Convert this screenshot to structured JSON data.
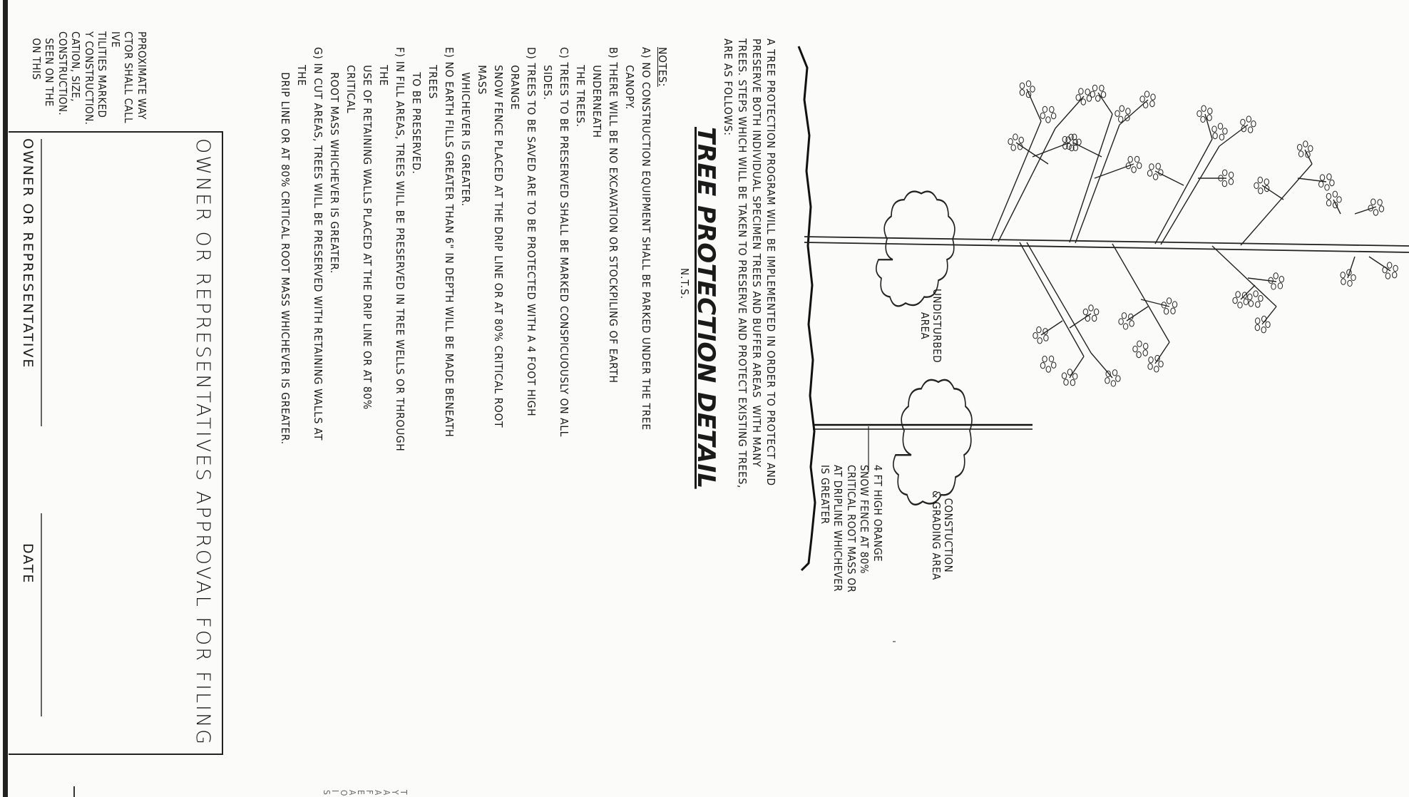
{
  "detail": {
    "title": "TREE PROTECTION DETAIL",
    "scale": "N.T.S.",
    "undisturbed": [
      "UNDISTURBED",
      "AREA"
    ],
    "construction": [
      "CONSTUCTION",
      "& GRADING AREA"
    ],
    "fence_callout": [
      "4 FT HIGH ORANGE",
      "SNOW FENCE AT 80%",
      "CRITICAL ROOT MASS OR",
      "AT DRIPLINE WHICHEVER",
      "IS GREATER"
    ],
    "intro": [
      "A TREE PROTECTION PROGRAM WILL BE IMPLEMENTED IN ORDER TO PROTECT AND",
      "PRESERVE BOTH INDIVIDUAL SPECIMEN TREES AND BUFFER AREAS  WITH MANY",
      "TREES. STEPS WHICH WILL BE TAKEN TO PRESERVE AND PROTECT EXISTING TREES,",
      "ARE AS FOLLOWS:"
    ],
    "notes_heading": "NOTES:",
    "notes": [
      "A) NO CONSTRUCTION EQUIPMENT SHALL BE PARKED UNDER THE TREE",
      "     CANOPY.",
      "B) THERE WILL BE NO EXCAVATION OR STOCKPILING OF EARTH",
      "     UNDERNEATH",
      "     THE TREES.",
      "C) TREES TO BE PRESERVED SHALL BE MARKED CONSPICUOUSLY ON ALL",
      "     SIDES.",
      "D) TREES TO BE SAVED ARE TO BE PROTECTED WITH A 4 FOOT HIGH",
      "     ORANGE",
      "     SNOW FENCE PLACED AT THE DRIP LINE OR AT 80% CRITICAL ROOT",
      "     MASS",
      "       WHICHEVER IS GREATER.",
      "E) NO EARTH FILLS GREATER THAN 6\" IN DEPTH WILL BE MADE BENEATH",
      "     TREES",
      "       TO BE PRESERVED.",
      "F) IN FILL AREAS, TREES WILL BE PRESERVED IN TREE WELLS OR THROUGH",
      "     THE",
      "     USE OF RETAINING WALLS PLACED AT THE DRIP LINE OR AT 80%",
      "     CRITICAL",
      "       ROOT MASS WHICHEVER IS GREATER.",
      "G) IN CUT AREAS, TREES WILL BE PRESERVED WITH RETAINING WALLS AT",
      "     THE",
      "       DRIP LINE OR AT 80% CRITICAL ROOT MASS WHICHEVER IS GREATER."
    ]
  },
  "approval": {
    "title": "OWNER OR REPRESENTATIVES APPROVAL FOR FILING",
    "owner_label": "OWNER OR REPRESENTATIVE",
    "date_label": "DATE"
  },
  "fragments": {
    "left_edge": [
      "PPROXIMATE WAY",
      "CTOR SHALL CALL",
      "IVE",
      "TILITIES MARKED",
      "Y CONSTRUCTION.",
      "CATION, SIZE,",
      "CONSTRUCTION.",
      "  SEEN ON THE",
      "  ON THIS"
    ],
    "bottom_right": [
      "T",
      "Y",
      "A",
      "A",
      "F",
      "E",
      "A",
      "O",
      "I",
      "S"
    ]
  }
}
